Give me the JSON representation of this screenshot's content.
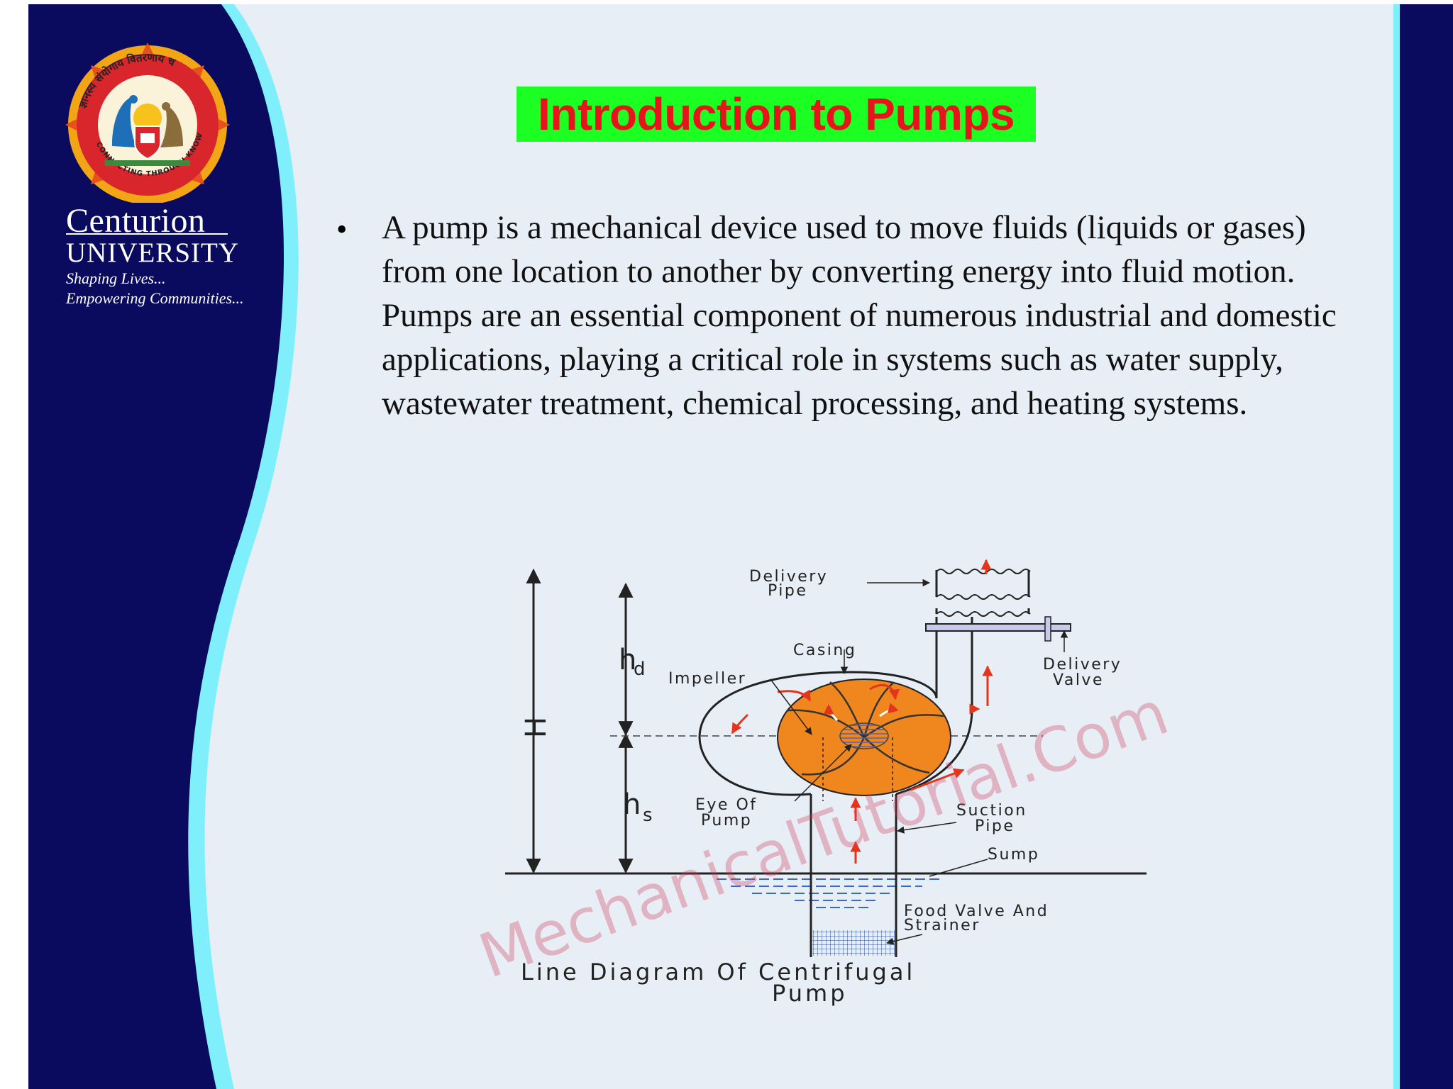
{
  "slide": {
    "title": "Introduction to Pumps",
    "bullet": "A pump is a mechanical device used to move fluids (liquids or gases) from one location to another by converting energy into fluid motion. Pumps are an essential component of numerous industrial and domestic applications, playing a critical role in systems such as water supply, wastewater treatment, chemical processing, and heating systems."
  },
  "branding": {
    "logo_ring_text": "ज्ञानस्य संयोगाय वितरणाय च",
    "logo_motto": "CONNECTING THROUGH KNOWLEDGE",
    "name": "Centurion",
    "university": "UNIVERSITY",
    "tagline1": "Shaping Lives...",
    "tagline2": "Empowering Communities..."
  },
  "diagram": {
    "caption_line1": "Line Diagram Of Centrifugal",
    "caption_line2": "Pump",
    "labels": {
      "delivery_pipe_1": "Delivery",
      "delivery_pipe_2": "Pipe",
      "casing": "Casing",
      "impeller": "Impeller",
      "delivery_valve_1": "Delivery",
      "delivery_valve_2": "Valve",
      "eye_1": "Eye Of",
      "eye_2": "Pump",
      "suction_1": "Suction",
      "suction_2": "Pipe",
      "sump": "Sump",
      "foot_1": "Food Valve And",
      "foot_2": "Strainer",
      "H": "H",
      "hd_h": "h",
      "hd_sub": "d",
      "hs_h": "h",
      "hs_sub": "s"
    },
    "watermark": "MechanicalTutorial.Com"
  },
  "colors": {
    "navy": "#0a0a5e",
    "cyan": "#7ff0fb",
    "content_bg": "#e7eef5",
    "title_bg": "#1cff22",
    "title_fg": "#e8141c",
    "impeller": "#f0861e",
    "arrow": "#e3341c"
  }
}
